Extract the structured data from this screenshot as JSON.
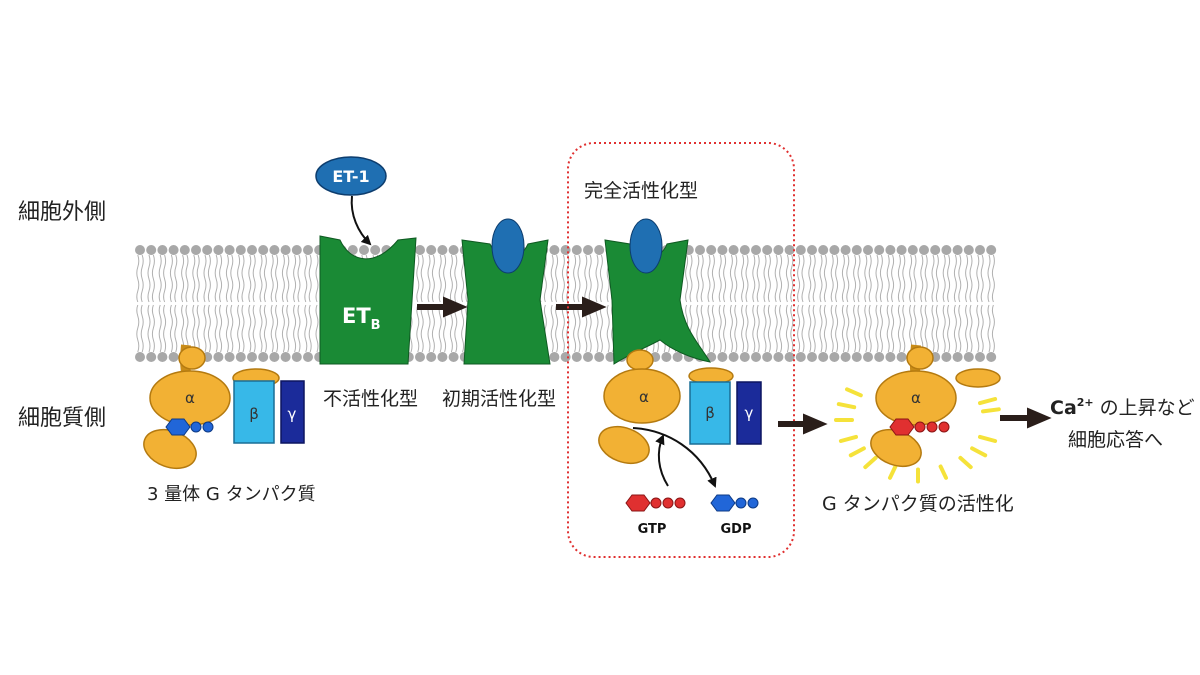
{
  "labels": {
    "outside": "細胞外側",
    "inside": "細胞質側",
    "ligand": "ET-1",
    "receptor_main": "ET",
    "receptor_sub": "B",
    "inactive": "不活性化型",
    "early_active": "初期活性化型",
    "full_active": "完全活性化型",
    "trimer": "3 量体 G タンパク質",
    "alpha": "α",
    "beta": "β",
    "gamma": "γ",
    "gtp": "GTP",
    "gdp": "GDP",
    "g_activation": "G タンパク質の活性化",
    "ca_main": "Ca",
    "ca_sup": "2+",
    "response_line1_rest": " の上昇など",
    "response_line2": "細胞応答へ"
  },
  "colors": {
    "receptor_green": "#1a8a35",
    "ligand_blue": "#1f6fb2",
    "alpha_orange": "#f2b134",
    "beta_light_blue": "#37b8e8",
    "gamma_navy": "#1b2b9a",
    "gdp_blue": "#2166d8",
    "gtp_red": "#e03030",
    "glow_yellow": "#f5e23a",
    "membrane_gray": "#a8a8a8",
    "active_box_red": "#e03030",
    "arrow": "#2a1e1a"
  }
}
